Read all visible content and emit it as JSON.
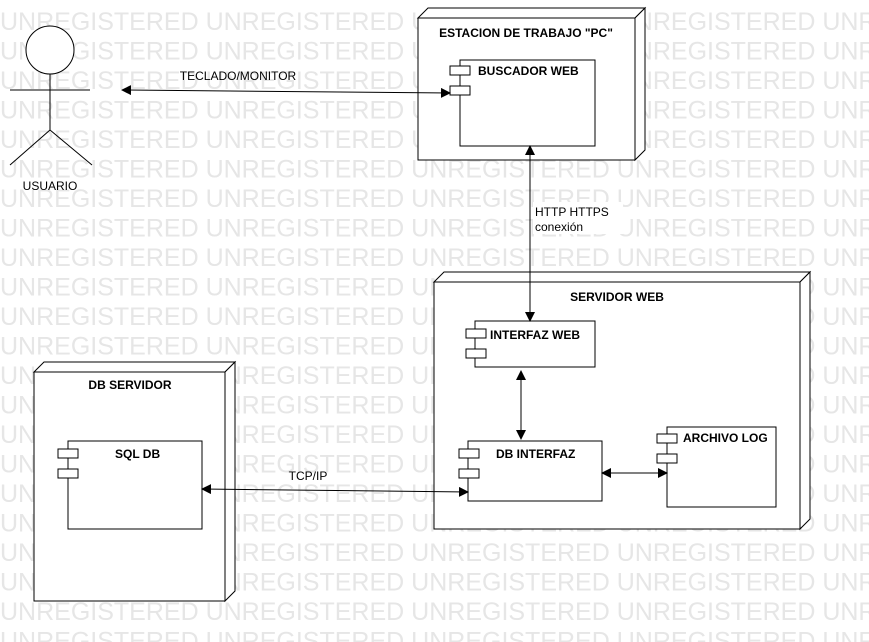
{
  "watermark": {
    "text": "UNREGISTERED UNREGISTERED UNREGISTERED UNREGISTERED UNREGISTERED",
    "color": "#e6e6e6"
  },
  "actor": {
    "label": "USUARIO"
  },
  "nodes": {
    "workstation": {
      "title": "ESTACION DE TRABAJO \"PC\"",
      "components": {
        "browser": "BUSCADOR WEB"
      }
    },
    "web_server": {
      "title": "SERVIDOR WEB",
      "components": {
        "web_interface": "INTERFAZ WEB",
        "db_interface": "DB INTERFAZ",
        "log_file": "ARCHIVO LOG"
      }
    },
    "db_server": {
      "title": "DB SERVIDOR",
      "components": {
        "sql_db": "SQL DB"
      }
    }
  },
  "connections": {
    "user_browser": "TECLADO/MONITOR",
    "browser_web_line1": "HTTP HTTPS",
    "browser_web_line2": "conexión",
    "db_link": "TCP/IP"
  }
}
